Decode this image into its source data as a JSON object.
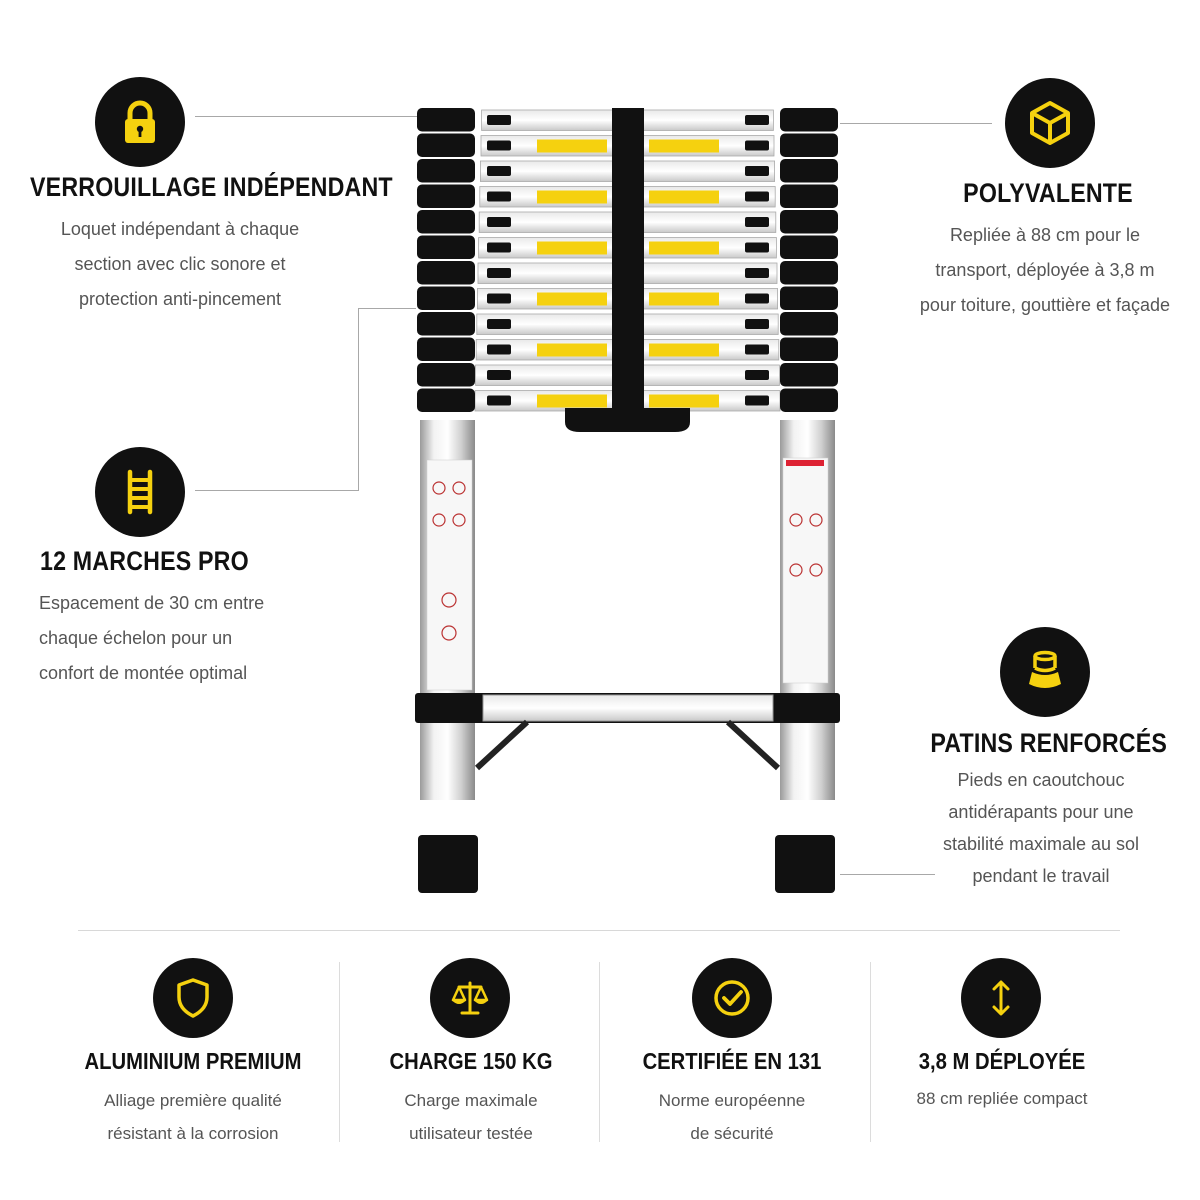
{
  "colors": {
    "accent": "#f5d10f",
    "dark": "#111111",
    "text": "#555555"
  },
  "features": {
    "lock": {
      "icon": "padlock-icon",
      "title": "VERROUILLAGE INDÉPENDANT",
      "desc": "Loquet indépendant à chaque\nsection avec clic sonore et\nprotection anti-pincement"
    },
    "versatile": {
      "icon": "cube-icon",
      "title": "POLYVALENTE",
      "desc": "Repliée à 88 cm pour le\ntransport, déployée à 3,8 m\npour toiture, gouttière et façade"
    },
    "steps": {
      "icon": "ladder-icon",
      "title": "12 MARCHES PRO",
      "desc": "Espacement de 30 cm entre\nchaque échelon pour un\nconfort de montée optimal"
    },
    "feet": {
      "icon": "rubber-foot-icon",
      "title": "PATINS RENFORCÉS",
      "desc": "Pieds en caoutchouc\nantidérapants pour une\nstabilité maximale au sol\npendant le travail"
    }
  },
  "bottom": [
    {
      "icon": "shield-icon",
      "title": "ALUMINIUM PREMIUM",
      "desc": "Alliage première qualité\nrésistant à la corrosion"
    },
    {
      "icon": "scale-icon",
      "title": "CHARGE 150 KG",
      "desc": "Charge maximale\nutilisateur testée"
    },
    {
      "icon": "check-circle-icon",
      "title": "CERTIFIÉE EN 131",
      "desc": "Norme européenne\nde sécurité"
    },
    {
      "icon": "vertical-arrows-icon",
      "title": "3,8 M DÉPLOYÉE",
      "desc": "88 cm repliée compact"
    }
  ]
}
